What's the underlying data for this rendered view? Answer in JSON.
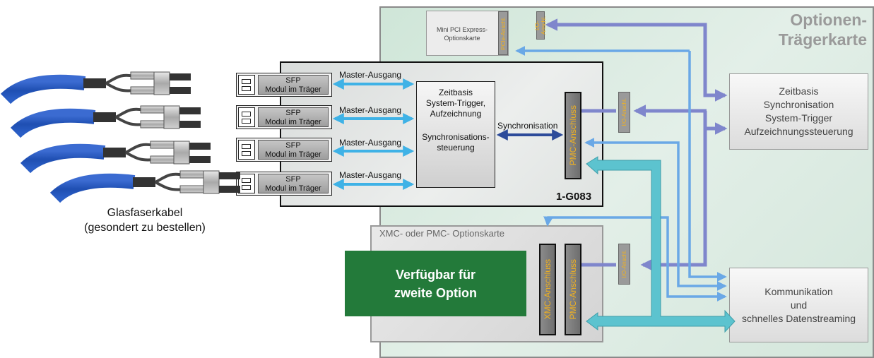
{
  "carrier": {
    "title": "Optionen-\nTrägerkarte"
  },
  "main_board": {
    "label": "1-G083"
  },
  "sfp_modules": [
    {
      "line1": "SFP",
      "line2": "Modul im Träger",
      "link": "Master-Ausgang"
    },
    {
      "line1": "SFP",
      "line2": "Modul im Träger",
      "link": "Master-Ausgang"
    },
    {
      "line1": "SFP",
      "line2": "Modul im Träger",
      "link": "Master-Ausgang"
    },
    {
      "line1": "SFP",
      "line2": "Modul im Träger",
      "link": "Master-Ausgang"
    }
  ],
  "timebase_box": {
    "line1": "Zeitbasis",
    "line2": "System-Trigger,",
    "line3": "Aufzeichnung",
    "line4": "Synchronisations-",
    "line5": "steuerung"
  },
  "sync_label": "Synchronisation",
  "pmc_main": "PMC-Anschluss",
  "io_connector": "I/O-Anschl.",
  "mini_pci": {
    "line1": "Mini PCI Express-",
    "line2": "Optionskarte",
    "connector": "PCIe-Anschl.",
    "io": "I/O-Anschl."
  },
  "timebase_right": {
    "line1": "Zeitbasis",
    "line2": "Synchronisation",
    "line3": "System-Trigger",
    "line4": "Aufzeichnungssteuerung"
  },
  "comm_right": {
    "line1": "Kommunikation",
    "line2": "und",
    "line3": "schnelles Datenstreaming"
  },
  "option_card": {
    "label": "XMC- oder PMC- Optionskarte",
    "xmc": "XMC-Anschluss",
    "pmc": "PMC-Anschluss",
    "io": "I/O-Anschl.",
    "available_line1": "Verfügbar für",
    "available_line2": "zweite Option"
  },
  "cables": {
    "line1": "Glasfaserkabel",
    "line2": "(gesondert zu bestellen)"
  },
  "colors": {
    "light_blue": "#3fb2e6",
    "mid_blue": "#6aa8e6",
    "purple_blue": "#7f86cc",
    "dark_blue": "#2d4b9a",
    "teal": "#5cc3cf",
    "green": "#237a3a",
    "connector_text": "#f0b120"
  }
}
